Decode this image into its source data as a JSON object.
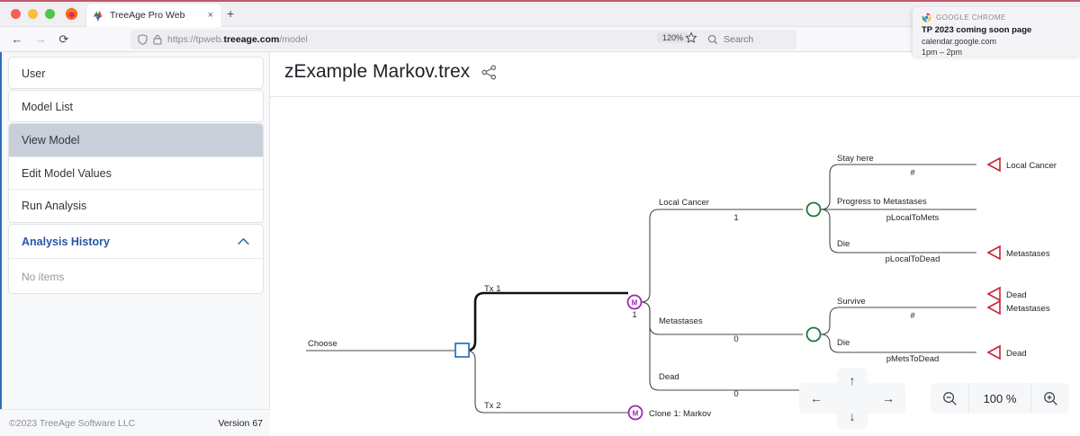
{
  "browser": {
    "tab": {
      "title": "TreeAge Pro Web",
      "close_label": "×",
      "favicon": "treeage-logo-icon"
    },
    "new_tab_label": "+",
    "nav": {
      "back": "←",
      "forward": "→",
      "reload": "⟳"
    },
    "url": {
      "scheme": "https://tpweb.",
      "domain": "treeage.com",
      "path": "/model",
      "shield_icon": "shield-icon",
      "lock_icon": "lock-icon"
    },
    "zoom_level": "120%",
    "bookmark_icon": "star-icon",
    "search": {
      "label": "Search",
      "icon": "search-icon"
    }
  },
  "notification": {
    "app": "GOOGLE CHROME",
    "title": "TP 2023 coming soon page",
    "source": "calendar.google.com",
    "time": "1pm – 2pm",
    "icon": "chrome-icon"
  },
  "sidebar": {
    "items": [
      {
        "label": "User",
        "active": false
      },
      {
        "label": "Model List",
        "active": false
      },
      {
        "label": "View Model",
        "active": true
      },
      {
        "label": "Edit Model Values",
        "active": false
      },
      {
        "label": "Run Analysis",
        "active": false
      }
    ],
    "history": {
      "title": "Analysis History",
      "chevron_icon": "chevron-up-icon",
      "empty_text": "No items"
    },
    "footer": {
      "copyright": "©2023 TreeAge Software LLC",
      "version": "Version 67"
    }
  },
  "main": {
    "document_title": "zExample Markov.trex",
    "share_icon": "share-icon",
    "pan": {
      "left": "←",
      "right": "→",
      "up": "↑",
      "down": "↓"
    },
    "zoom": {
      "out_icon": "zoom-out-icon",
      "in_icon": "zoom-in-icon",
      "value": "100 %"
    }
  },
  "chart_data": {
    "type": "diagram",
    "title": "zExample Markov.trex",
    "diagram_kind": "markov-decision-tree",
    "root": {
      "label": "Choose",
      "node_type": "decision",
      "shape": "square",
      "color": "#2c6fbb"
    },
    "nodes": [
      {
        "id": "tx1",
        "label": "Tx 1",
        "node_type": "markov",
        "shape": "circle-m",
        "color": "#9b2bb0",
        "payoff": "1",
        "branch_bold": true
      },
      {
        "id": "tx2",
        "label": "Tx 2",
        "node_type": "markov",
        "shape": "circle-m",
        "color": "#9b2bb0",
        "terminal_label": "Clone 1: Markov"
      },
      {
        "id": "lc",
        "label": "Local Cancer",
        "node_type": "chance",
        "shape": "circle",
        "color": "#1b7a3c",
        "prob": "1"
      },
      {
        "id": "mets",
        "label": "Metastases",
        "node_type": "chance",
        "shape": "circle",
        "color": "#1b7a3c",
        "prob": "0"
      },
      {
        "id": "dead",
        "label": "Dead",
        "node_type": "terminal",
        "shape": "triangle",
        "color": "#cc2233",
        "prob": "0"
      }
    ],
    "branches": [
      {
        "from": "lc",
        "label": "Stay here",
        "prob": "#",
        "to_label": "Local Cancer",
        "to_type": "terminal"
      },
      {
        "from": "lc",
        "label": "Progress to Metastases",
        "prob": "pLocalToMets",
        "to_label": "Metastases",
        "to_type": "terminal"
      },
      {
        "from": "lc",
        "label": "Die",
        "prob": "pLocalToDead",
        "to_label": "Dead",
        "to_type": "terminal"
      },
      {
        "from": "mets",
        "label": "Survive",
        "prob": "#",
        "to_label": "Metastases",
        "to_type": "terminal"
      },
      {
        "from": "mets",
        "label": "Die",
        "prob": "pMetsToDead",
        "to_label": "Dead",
        "to_type": "terminal"
      }
    ],
    "labels": {
      "choose": "Choose",
      "tx1": "Tx 1",
      "tx2": "Tx 2",
      "tx1_payoff": "1",
      "clone": "Clone 1: Markov",
      "local_cancer": "Local Cancer",
      "local_cancer_prob": "1",
      "metastases": "Metastases",
      "metastases_prob": "0",
      "dead": "Dead",
      "dead_prob": "0",
      "stay_here": "Stay here",
      "stay_here_prob": "#",
      "progress_to_mets": "Progress to Metastases",
      "progress_prob": "pLocalToMets",
      "die1": "Die",
      "die1_prob": "pLocalToDead",
      "term_local_cancer": "Local Cancer",
      "term_metastases_1": "Metastases",
      "term_dead_1": "Dead",
      "survive": "Survive",
      "survive_prob": "#",
      "die2": "Die",
      "die2_prob": "pMetsToDead",
      "term_metastases_2": "Metastases",
      "term_dead_2": "Dead"
    },
    "colors": {
      "decision_node": "#2c6fbb",
      "markov_node": "#9b2bb0",
      "chance_node": "#1b7a3c",
      "terminal_node": "#cc2233",
      "branch_line": "#4a4a4a"
    }
  }
}
